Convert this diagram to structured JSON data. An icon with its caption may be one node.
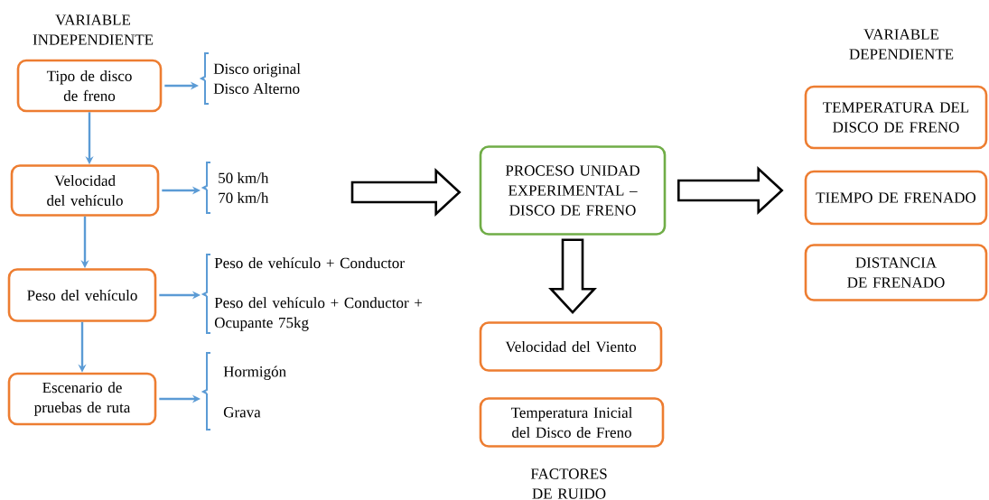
{
  "diagram": {
    "nodes": [
      {
        "text": [
          "Tipo de disco de freno"
        ]
      },
      {
        "text": [
          "Disco original",
          "Disco Alterno"
        ]
      },
      {
        "text": [
          "Velocidad del vehículo"
        ]
      },
      {
        "text": [
          "50 km/h",
          "70 km/h"
        ]
      },
      {
        "text": [
          "Peso del vehículo"
        ]
      },
      {
        "text": [
          "Peso de vehículo + Conductor",
          "Peso del vehículo + Conductor + Ocupante 75kg"
        ]
      },
      {
        "text": [
          "Escenario de pruebas de ruta"
        ]
      },
      {
        "text": [
          "Hormigón",
          "Grava"
        ]
      },
      {
        "text": [
          "PROCESO UNIDAD EXPERIMENTAL – DISCO DE FRENO"
        ]
      },
      {
        "text": [
          "TEMPERATURA DEL DISCO DE FRENO"
        ]
      },
      {
        "text": [
          "TIEMPO DE FRENADO"
        ]
      },
      {
        "text": [
          "DISTANCIA DE FRENADO"
        ]
      },
      {
        "text": [
          "Velocidad del Viento"
        ]
      },
      {
        "text": [
          "Temperatura Inicial del Disco de Freno"
        ]
      }
    ],
    "edges": [
      {
        "from": 0,
        "to": 1,
        "arrow": "to"
      },
      {
        "from": 0,
        "to": 2,
        "arrow": "to"
      },
      {
        "from": 2,
        "to": 3,
        "arrow": "to"
      },
      {
        "from": 2,
        "to": 4,
        "arrow": "to"
      },
      {
        "from": 4,
        "to": 5,
        "arrow": "to"
      },
      {
        "from": 4,
        "to": 6,
        "arrow": "to"
      },
      {
        "from": 6,
        "to": 7,
        "arrow": "to"
      },
      {
        "from": null,
        "to": 8,
        "arrow": "to",
        "style": "thick",
        "color": "#000000"
      },
      {
        "from": 8,
        "to": 10,
        "arrow": "to",
        "style": "thick",
        "color": "#000000"
      },
      {
        "from": 8,
        "to": 12,
        "arrow": "to",
        "style": "thick",
        "color": "#000000"
      }
    ],
    "labels": [
      "VARIABLE INDEPENDIENTE",
      "VARIABLE DEPENDIENTE",
      "FACTORES DE RUIDO"
    ]
  }
}
